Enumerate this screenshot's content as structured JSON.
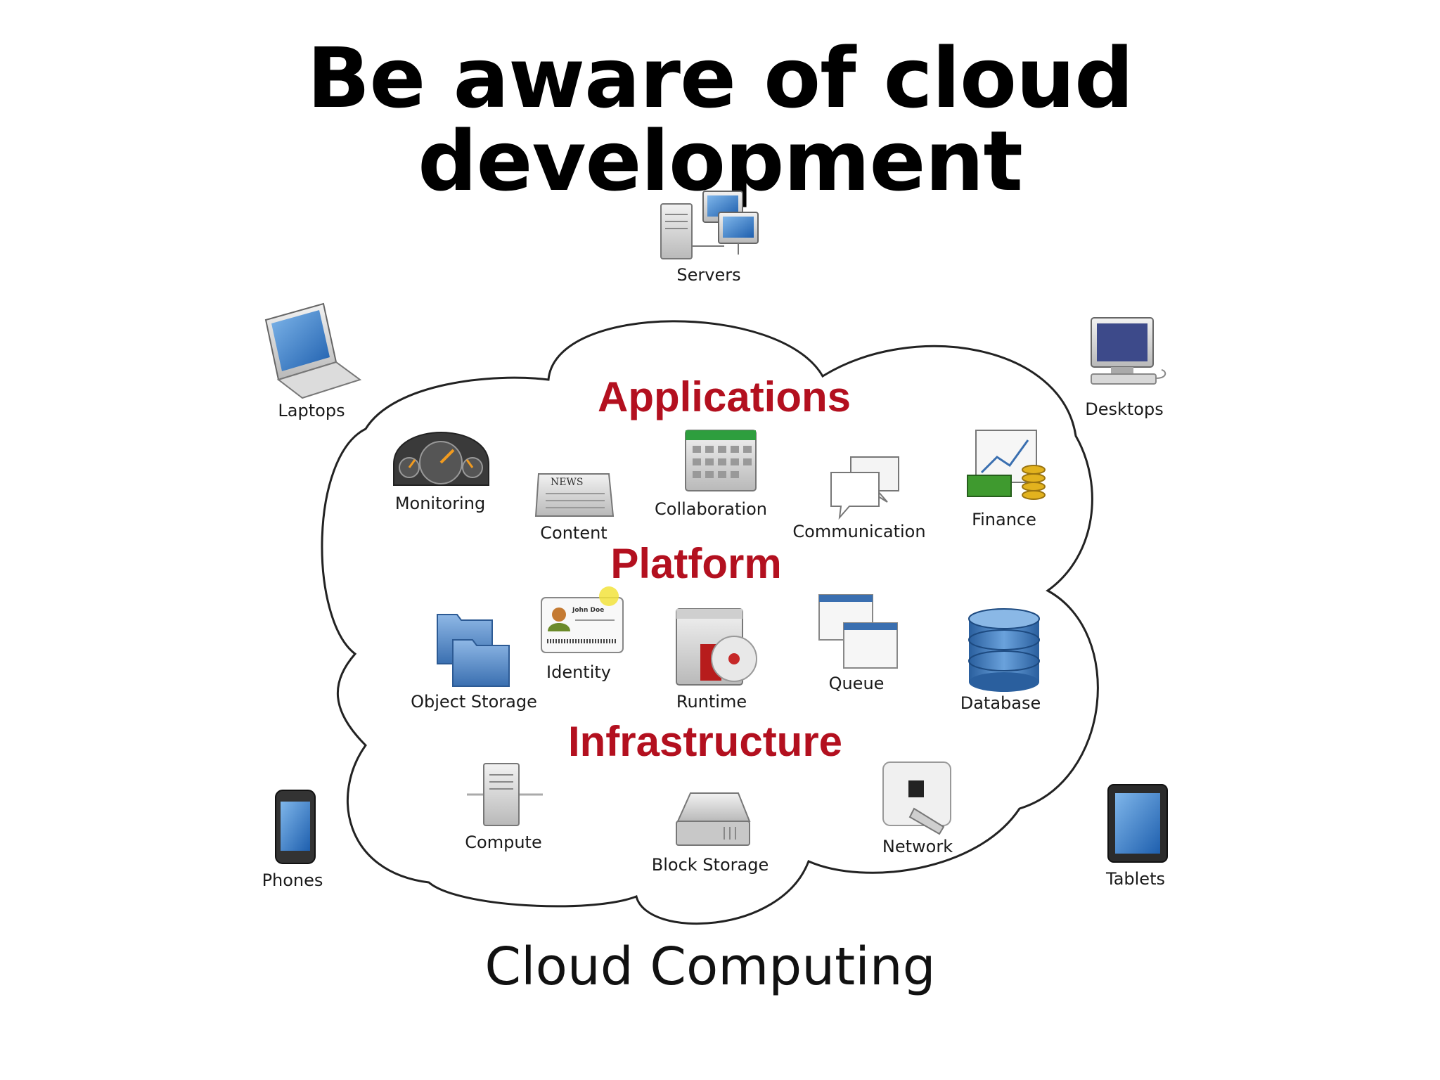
{
  "slide": {
    "title": "Be aware of cloud development"
  },
  "diagram": {
    "caption": "Cloud Computing",
    "layers": {
      "applications": "Applications",
      "platform": "Platform",
      "infrastructure": "Infrastructure"
    },
    "devices": {
      "servers": "Servers",
      "laptops": "Laptops",
      "desktops": "Desktops",
      "phones": "Phones",
      "tablets": "Tablets"
    },
    "applications": {
      "monitoring": "Monitoring",
      "content": "Content",
      "collaboration": "Collaboration",
      "communication": "Communication",
      "finance": "Finance"
    },
    "platform": {
      "object_storage": "Object Storage",
      "identity": "Identity",
      "runtime": "Runtime",
      "queue": "Queue",
      "database": "Database"
    },
    "infrastructure": {
      "compute": "Compute",
      "block_storage": "Block Storage",
      "network": "Network"
    },
    "icon_text": {
      "news": "NEWS",
      "id_name": "John Doe"
    },
    "colors": {
      "layer_label": "#b3101f",
      "cloud_outline": "#222222"
    }
  }
}
